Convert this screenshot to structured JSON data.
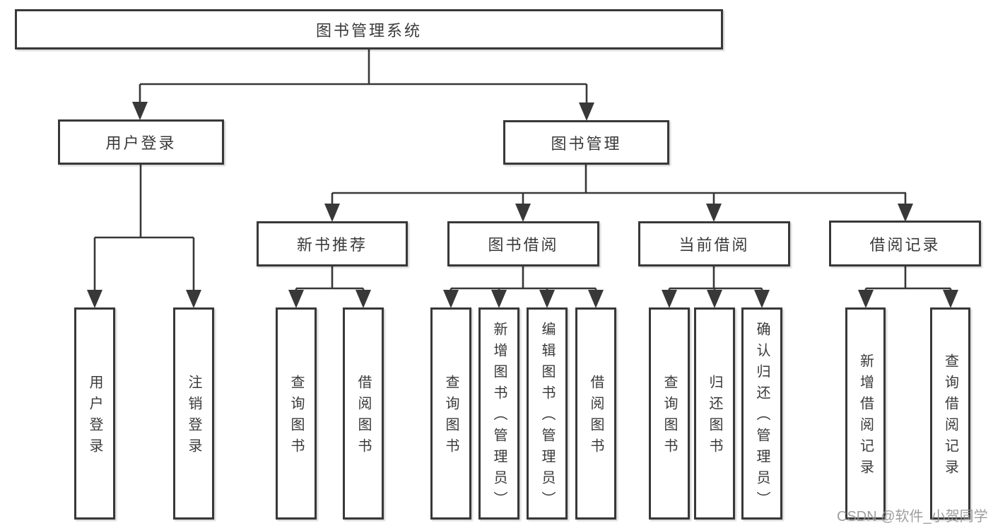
{
  "diagram": {
    "type": "hierarchy-diagram",
    "tree": {
      "label": "图书管理系统",
      "children": [
        {
          "label": "用户登录",
          "children": [
            {
              "label": "用户登录"
            },
            {
              "label": "注销登录"
            }
          ]
        },
        {
          "label": "图书管理",
          "children": [
            {
              "label": "新书推荐",
              "children": [
                {
                  "label": "查询图书"
                },
                {
                  "label": "借阅图书"
                }
              ]
            },
            {
              "label": "图书借阅",
              "children": [
                {
                  "label": "查询图书"
                },
                {
                  "label": "新增图书（管理员）"
                },
                {
                  "label": "编辑图书（管理员）"
                },
                {
                  "label": "借阅图书"
                }
              ]
            },
            {
              "label": "当前借阅",
              "children": [
                {
                  "label": "查询图书"
                },
                {
                  "label": "归还图书"
                },
                {
                  "label": "确认归还（管理员）"
                }
              ]
            },
            {
              "label": "借阅记录",
              "children": [
                {
                  "label": "新增借阅记录"
                },
                {
                  "label": "查询借阅记录"
                }
              ]
            }
          ]
        }
      ]
    },
    "watermark": {
      "text": "CSDN @软件_小贺同学"
    },
    "colors": {
      "line": "#383838",
      "box_border": "#383838",
      "box_bg": "#ffffff",
      "text": "#3a3a3a",
      "watermark": "#949494"
    }
  }
}
